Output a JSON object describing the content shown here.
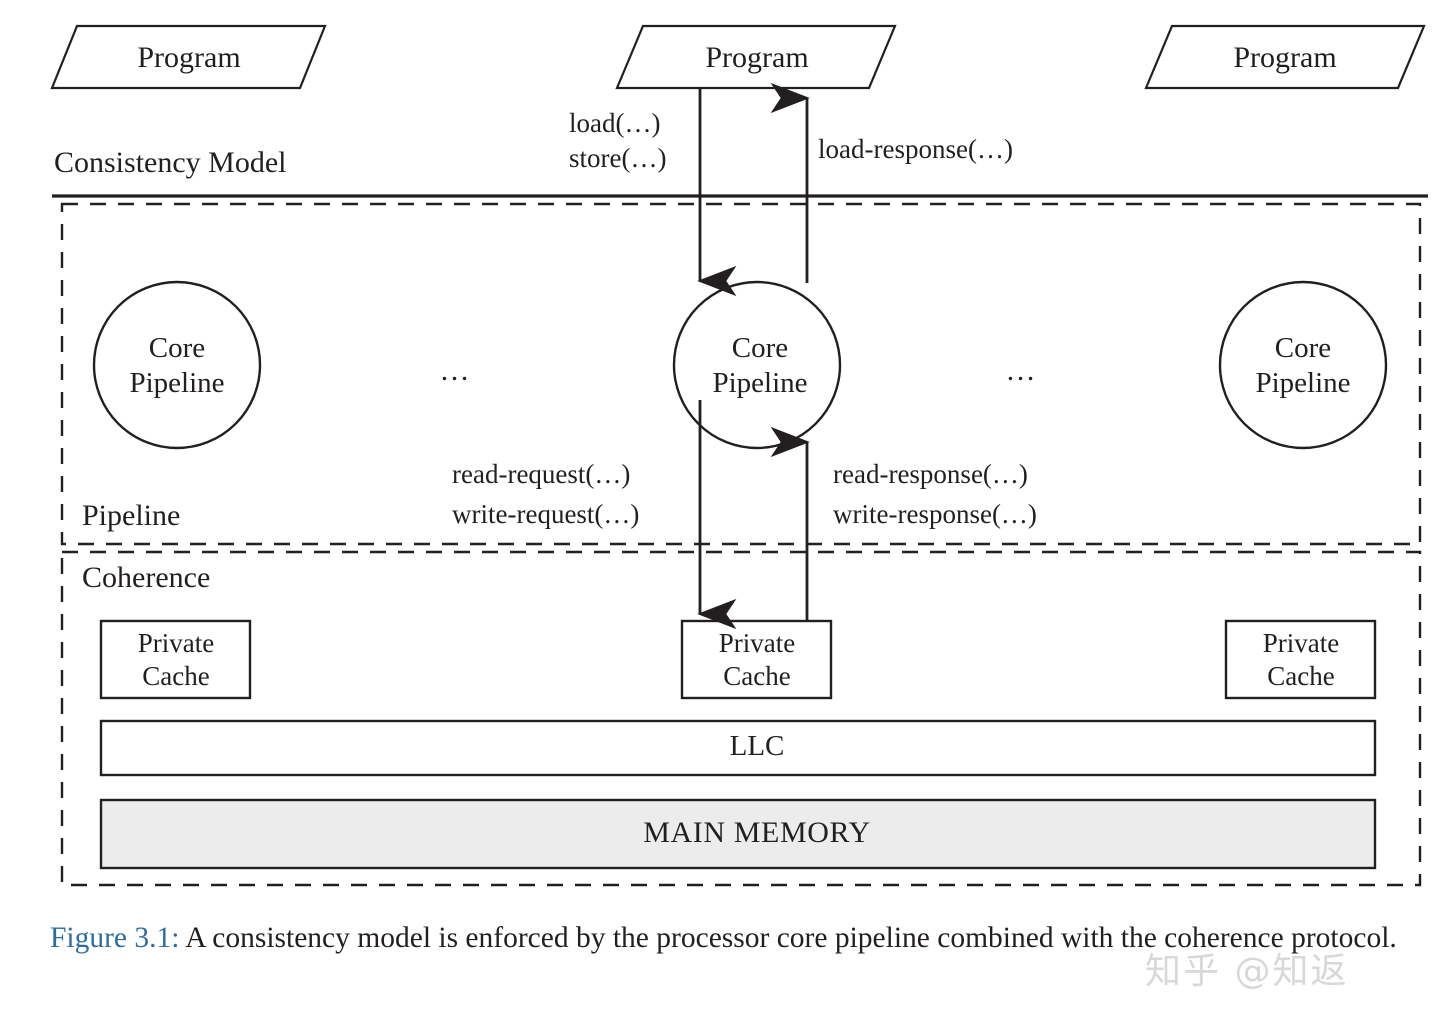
{
  "figure": {
    "programs": [
      {
        "label": "Program"
      },
      {
        "label": "Program"
      },
      {
        "label": "Program"
      }
    ],
    "consistency_model_label": "Consistency Model",
    "pipeline_label": "Pipeline",
    "coherence_label": "Coherence",
    "cores": [
      {
        "line1": "Core",
        "line2": "Pipeline"
      },
      {
        "line1": "Core",
        "line2": "Pipeline"
      },
      {
        "line1": "Core",
        "line2": "Pipeline"
      }
    ],
    "ellipses": [
      "…",
      "…"
    ],
    "messages": {
      "program_to_core_1": "load(…)",
      "program_to_core_2": "store(…)",
      "core_to_program": "load-response(…)",
      "core_to_cache_1": "read-request(…)",
      "core_to_cache_2": "write-request(…)",
      "cache_to_core_1": "read-response(…)",
      "cache_to_core_2": "write-response(…)"
    },
    "caches": [
      {
        "line1": "Private",
        "line2": "Cache"
      },
      {
        "line1": "Private",
        "line2": "Cache"
      },
      {
        "line1": "Private",
        "line2": "Cache"
      }
    ],
    "llc_label": "LLC",
    "main_memory_label": "MAIN MEMORY"
  },
  "caption": {
    "figure_number": "Figure 3.1:",
    "text": " A consistency model is enforced by the processor core pipeline combined with the coherence protocol."
  },
  "watermark": {
    "text": "知乎 @知返"
  },
  "colors": {
    "ink": "#231f20",
    "caption_accent": "#2e6da4",
    "memory_fill": "#ececec",
    "watermark": "#d8d8d8",
    "page": "#ffffff"
  }
}
